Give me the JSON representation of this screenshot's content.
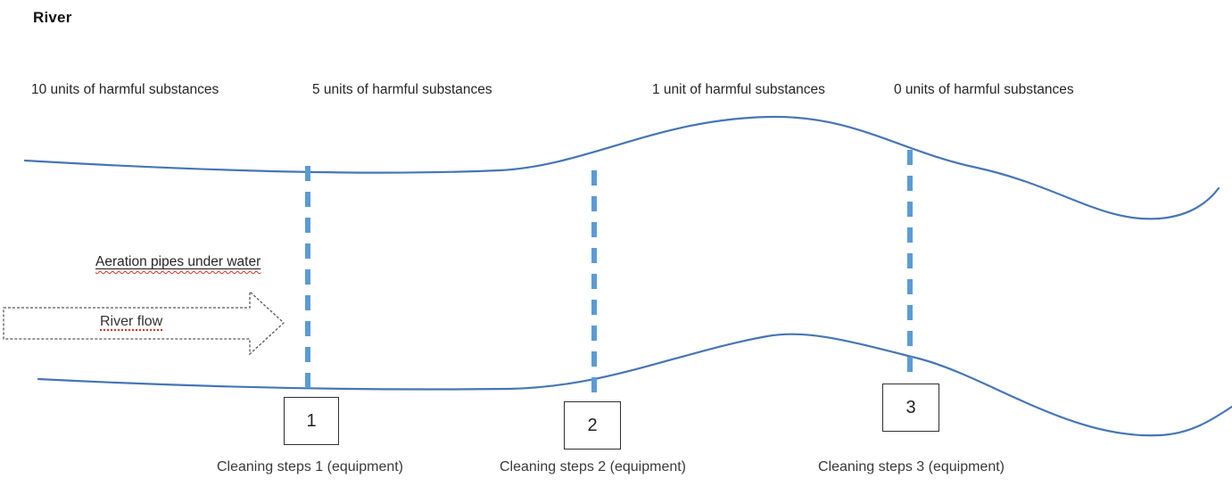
{
  "title": "River",
  "substances": [
    {
      "text": "10 units of harmful substances"
    },
    {
      "text": "5 units of harmful substances"
    },
    {
      "text": "1 unit of harmful substances"
    },
    {
      "text": "0 units of harmful substances"
    }
  ],
  "aeration_label": "Aeration pipes under water",
  "flow_label": "River flow",
  "pipe_markers": [
    {
      "number": "1"
    },
    {
      "number": "2"
    },
    {
      "number": "3"
    }
  ],
  "cleaning_steps": [
    {
      "text": "Cleaning steps 1 (equipment)"
    },
    {
      "text": "Cleaning steps 2 (equipment)"
    },
    {
      "text": "Cleaning steps 3 (equipment)"
    }
  ],
  "colors": {
    "river_line": "#4576b5",
    "pipe_dash": "#5B9BD5",
    "arrow_outline": "#595959",
    "box_border": "#2f2f2f",
    "text": "#262626",
    "spellcheck_red": "#d93025"
  }
}
